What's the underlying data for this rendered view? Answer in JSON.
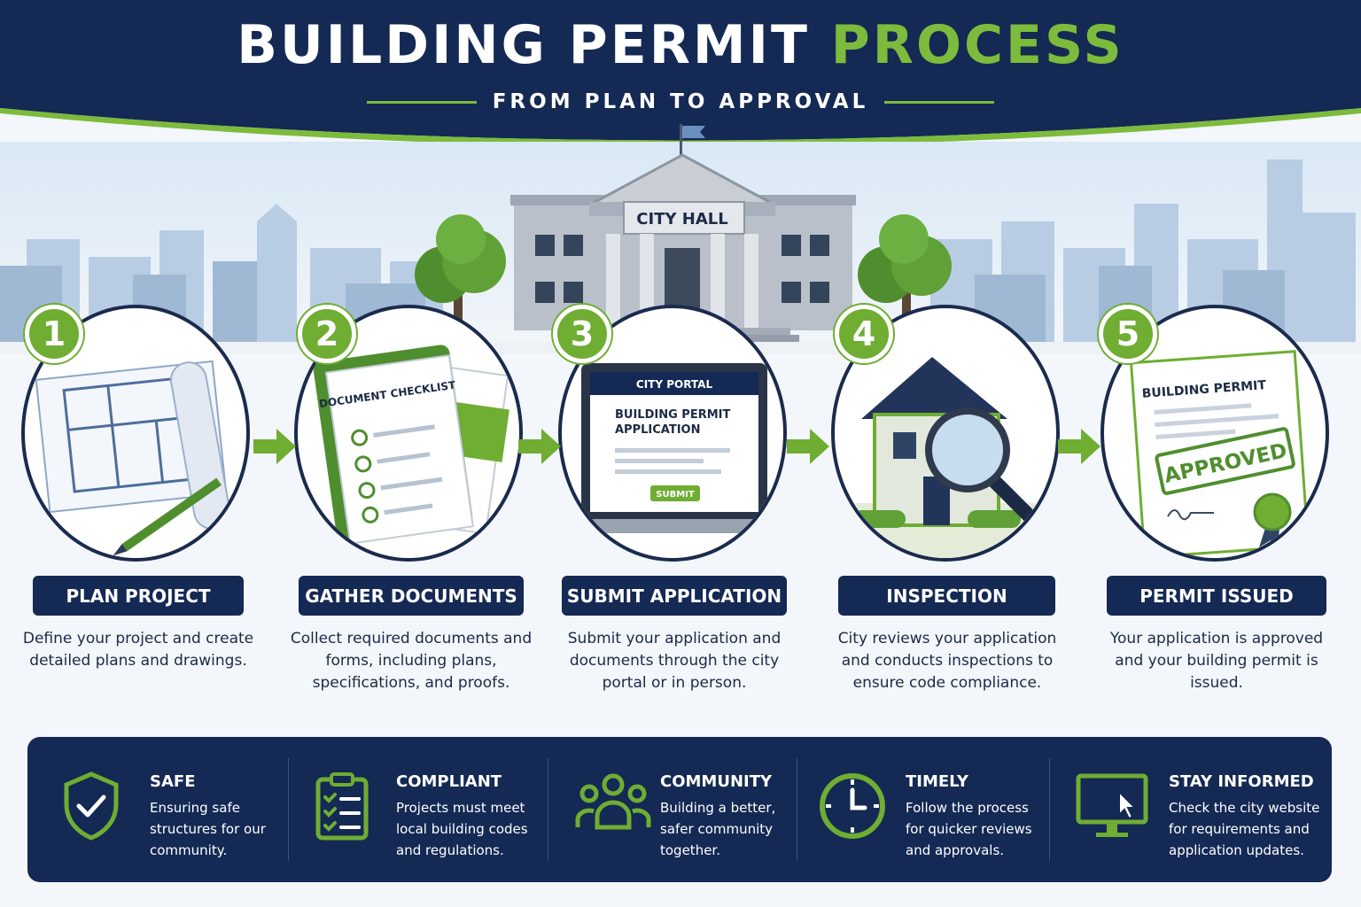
{
  "header": {
    "title_main": "BUILDING PERMIT",
    "title_accent": "PROCESS",
    "subtitle": "FROM PLAN TO APPROVAL"
  },
  "scene": {
    "building_sign": "CITY HALL"
  },
  "steps": [
    {
      "number": "1",
      "label": "PLAN PROJECT",
      "description": "Define your project and create detailed plans and drawings."
    },
    {
      "number": "2",
      "label": "GATHER DOCUMENTS",
      "description": "Collect required documents and forms, including plans, specifications, and proofs.",
      "illustration_title": "DOCUMENT CHECKLIST"
    },
    {
      "number": "3",
      "label": "SUBMIT APPLICATION",
      "description": "Submit your application and documents through the city portal or in person.",
      "portal_title": "CITY PORTAL",
      "form_title_line1": "BUILDING PERMIT",
      "form_title_line2": "APPLICATION",
      "submit_label": "SUBMIT"
    },
    {
      "number": "4",
      "label": "INSPECTION",
      "description": "City reviews your application and conducts inspections to ensure code compliance."
    },
    {
      "number": "5",
      "label": "PERMIT ISSUED",
      "description": "Your application is approved and your building permit is issued.",
      "permit_title": "BUILDING PERMIT",
      "stamp": "APPROVED"
    }
  ],
  "benefits": [
    {
      "title": "SAFE",
      "text": "Ensuring safe structures for our community.",
      "icon": "shield-check-icon"
    },
    {
      "title": "COMPLIANT",
      "text": "Projects must meet local building codes and regulations.",
      "icon": "clipboard-checklist-icon"
    },
    {
      "title": "COMMUNITY",
      "text": "Building a better, safer community together.",
      "icon": "people-group-icon"
    },
    {
      "title": "TIMELY",
      "text": "Follow the process for quicker reviews and approvals.",
      "icon": "clock-icon"
    },
    {
      "title": "STAY INFORMED",
      "text": "Check the city website for requirements and application updates.",
      "icon": "monitor-cursor-icon"
    }
  ],
  "colors": {
    "navy": "#142954",
    "green": "#6fad33",
    "light_green": "#7cbb3c"
  }
}
